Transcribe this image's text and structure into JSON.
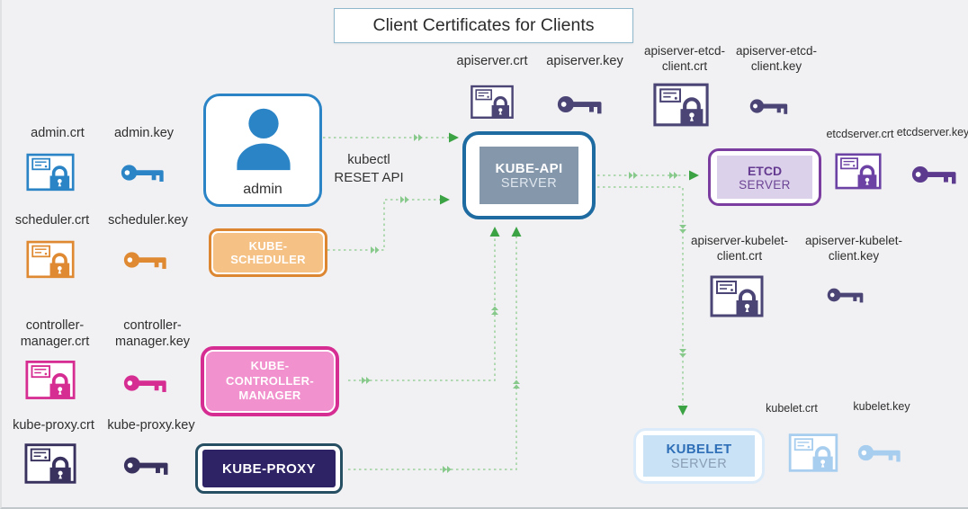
{
  "title": "Client Certificates for Clients",
  "admin_node": {
    "label": "admin"
  },
  "kubectl_note": "kubectl\nRESET API",
  "nodes": {
    "scheduler": "KUBE-\nSCHEDULER",
    "controller_manager": "KUBE-\nCONTROLLER-\nMANAGER",
    "proxy": "KUBE-PROXY",
    "api": {
      "l1": "KUBE-API",
      "l2": "SERVER"
    },
    "etcd": {
      "l1": "ETCD",
      "l2": "SERVER"
    },
    "kubelet": {
      "l1": "KUBELET",
      "l2": "SERVER"
    }
  },
  "files": {
    "admin_crt": "admin.crt",
    "admin_key": "admin.key",
    "scheduler_crt": "scheduler.crt",
    "scheduler_key": "scheduler.key",
    "controller_crt": "controller-\nmanager.crt",
    "controller_key": "controller-\nmanager.key",
    "proxy_crt": "kube-proxy.crt",
    "proxy_key": "kube-proxy.key",
    "apiserver_crt": "apiserver.crt",
    "apiserver_key": "apiserver.key",
    "apiserver_etcd_crt": "apiserver-etcd-\nclient.crt",
    "apiserver_etcd_key": "apiserver-etcd-\nclient.key",
    "etcdserver_crt": "etcdserver.crt",
    "etcdserver_key": "etcdserver.key",
    "apiserver_kubelet_crt": "apiserver-kubelet-\nclient.crt",
    "apiserver_kubelet_key": "apiserver-kubelet-\nclient.key",
    "kubelet_crt": "kubelet.crt",
    "kubelet_key": "kubelet.key"
  },
  "colors": {
    "admin_blue": "#2b84c6",
    "scheduler_orange": "#df8a33",
    "scheduler_fill": "#f5c185",
    "controller_pink": "#d62d92",
    "controller_fill": "#f191cd",
    "proxy_navy": "#2d2365",
    "proxy_border": "#274f63",
    "indigo_icons": "#4a4575",
    "api_border": "#1e6ba1",
    "api_fill": "#8497ab",
    "etcd_purple": "#7b3da0",
    "etcd_fill": "#dcd1ea",
    "etcd_key_purple": "#5c3b8e",
    "kubelet_blue": "#a7cdef",
    "kubelet_fill": "#c9e2f6",
    "kubelet_text": "#2e6fb7",
    "arrow_green": "#3ca345",
    "title_border": "#8fb8cc"
  }
}
